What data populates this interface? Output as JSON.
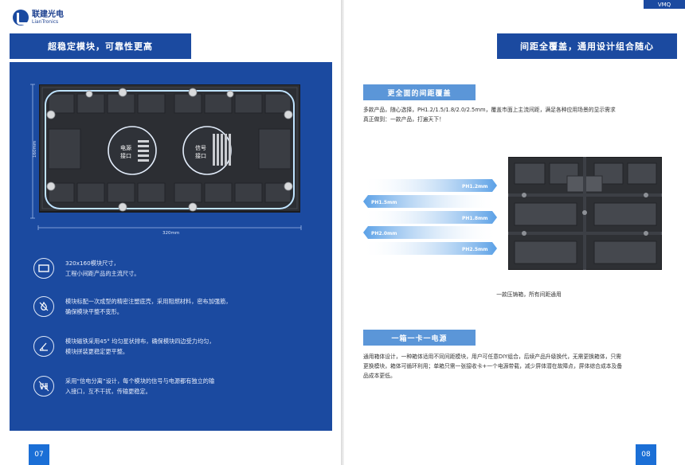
{
  "left_page": {
    "logo_cn": "联建光电",
    "logo_en": "LianTronics",
    "title": "超稳定模块，可靠性更高",
    "module": {
      "power_label_1": "电源",
      "power_label_2": "接口",
      "signal_label_1": "信号",
      "signal_label_2": "接口",
      "width_label": "320mm",
      "height_label": "160mm"
    },
    "features": [
      {
        "icon": "module-size-icon",
        "lines": [
          "320x160模块尺寸，",
          "工程小间距产品的主流尺寸。"
        ]
      },
      {
        "icon": "fireproof-icon",
        "lines": [
          "模块标配一次成型的精密注塑底壳，采用阻燃材料，密布加强筋，",
          "确保模块平整不变形。"
        ]
      },
      {
        "icon": "angle-icon",
        "lines": [
          "模块磁铁采用45° 均匀星状排布，确保模块四边受力均匀，",
          "模块拼装更稳定更平整。"
        ]
      },
      {
        "icon": "separation-icon",
        "lines": [
          "采用“信电分离”设计，每个模块的信号与电源都有独立的输",
          "入接口，互不干扰，传输更稳定。"
        ]
      }
    ],
    "page_number": "07"
  },
  "right_page": {
    "tag": "VMQ",
    "title": "间距全覆盖，通用设计组合随心",
    "section1": {
      "title": "更全面的间距覆盖",
      "lines": [
        "多款产品，随心选择，PH1.2/1.5/1.8/2.0/2.5mm，覆盖市面上主流间距，满足各种应用场景的显示需求",
        "真正做到：一款产品，打遍天下！"
      ]
    },
    "pitches": [
      {
        "label": "PH1.2mm",
        "direction": "right"
      },
      {
        "label": "PH1.5mm",
        "direction": "left"
      },
      {
        "label": "PH1.8mm",
        "direction": "right"
      },
      {
        "label": "PH2.0mm",
        "direction": "left"
      },
      {
        "label": "PH2.5mm",
        "direction": "right"
      }
    ],
    "caption": "一款压铸箱，所有间距通用",
    "section2": {
      "title": "一箱一卡一电源",
      "lines": [
        "通用箱体设计，一种箱体适用不同间距模块，用户可任意DIY组合，后续产品升级换代，无需更换箱体，只需",
        "更换模块，箱体可循环利用；单箱只需一张接收卡+一个电源带载，减少屏体潜在故障点，屏体综合成本及备",
        "品成本更低。"
      ]
    },
    "page_number": "08"
  },
  "colors": {
    "brand_blue": "#1b4aa0",
    "sub_blue": "#5b96d8",
    "page_num_blue": "#1b6fd6"
  }
}
